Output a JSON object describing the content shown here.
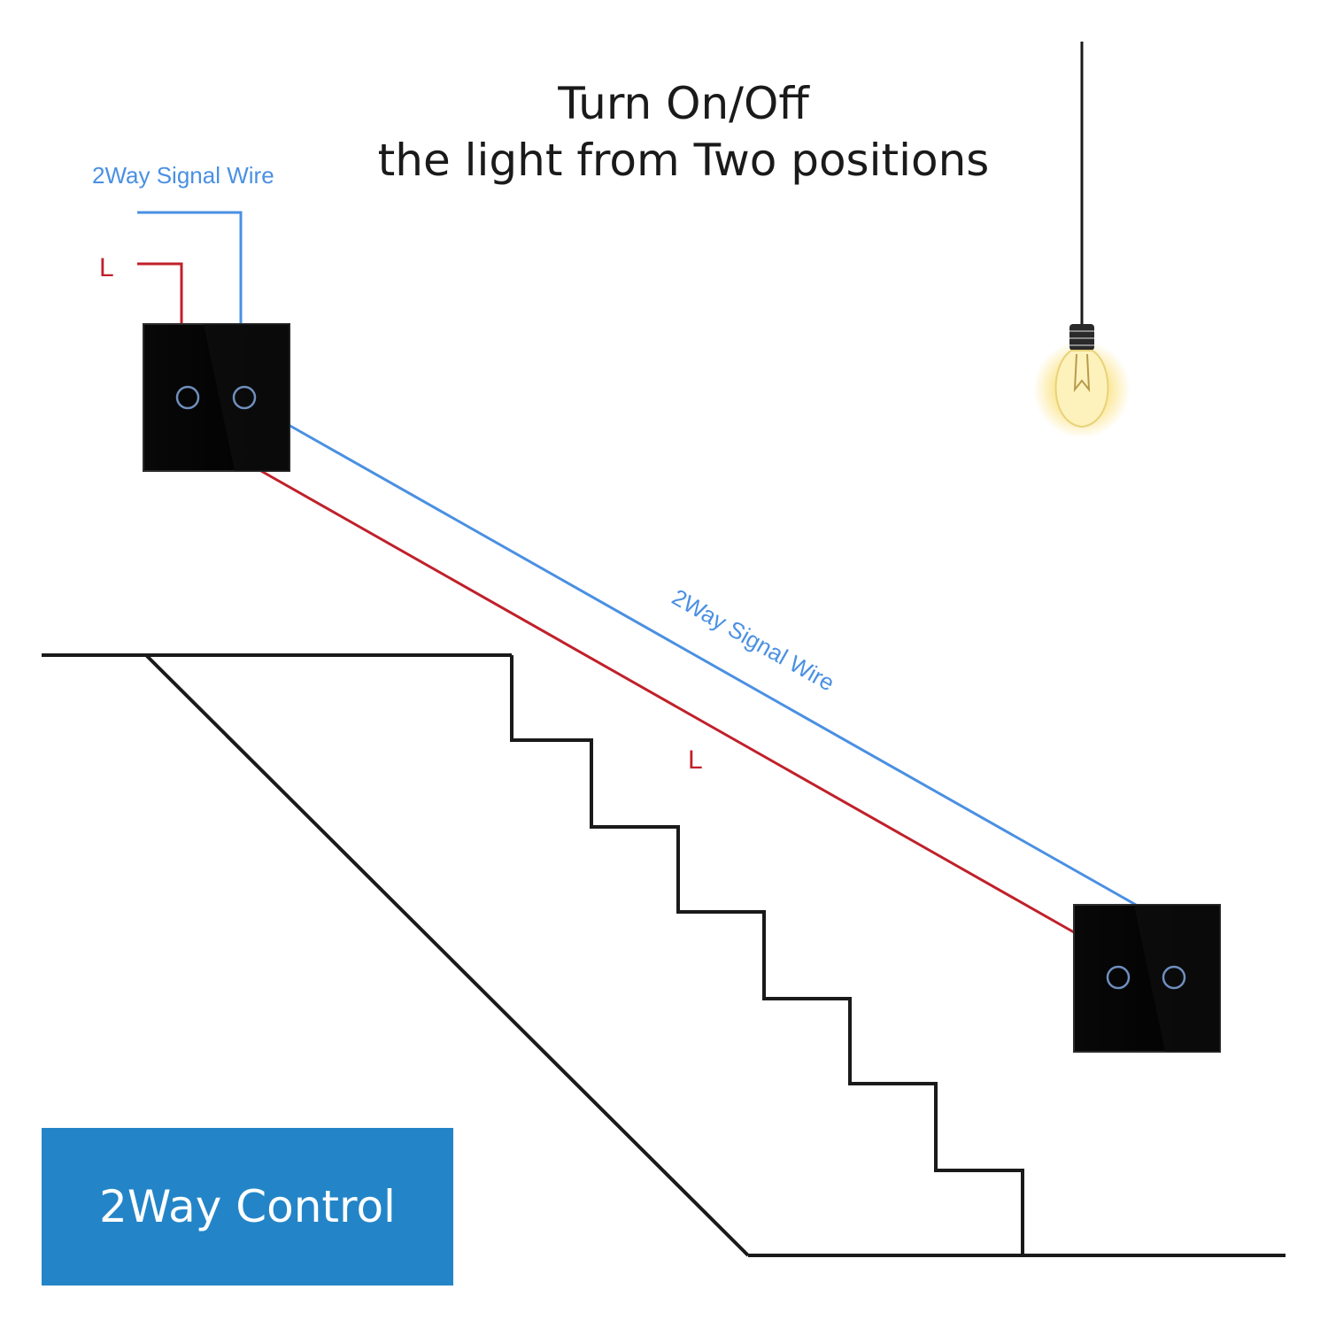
{
  "title": {
    "line1": "Turn On/Off",
    "line2": "the light from Two positions"
  },
  "labels": {
    "signal_wire_top": "2Way Signal Wire",
    "signal_wire_diagonal": "2Way Signal Wire",
    "live_top": "L",
    "live_diagonal": "L"
  },
  "badge": {
    "text": "2Way Control"
  },
  "colors": {
    "signal_wire": "#4a90e2",
    "live_wire": "#c0202a",
    "badge": "#2385c8",
    "switch_panel": "#050505",
    "button_ring": "#6f8fbf",
    "bulb_glow": "#fbe89a",
    "line": "#1a1a1a"
  },
  "icons": [
    "light-bulb-icon",
    "touch-switch-icon",
    "staircase-icon"
  ]
}
